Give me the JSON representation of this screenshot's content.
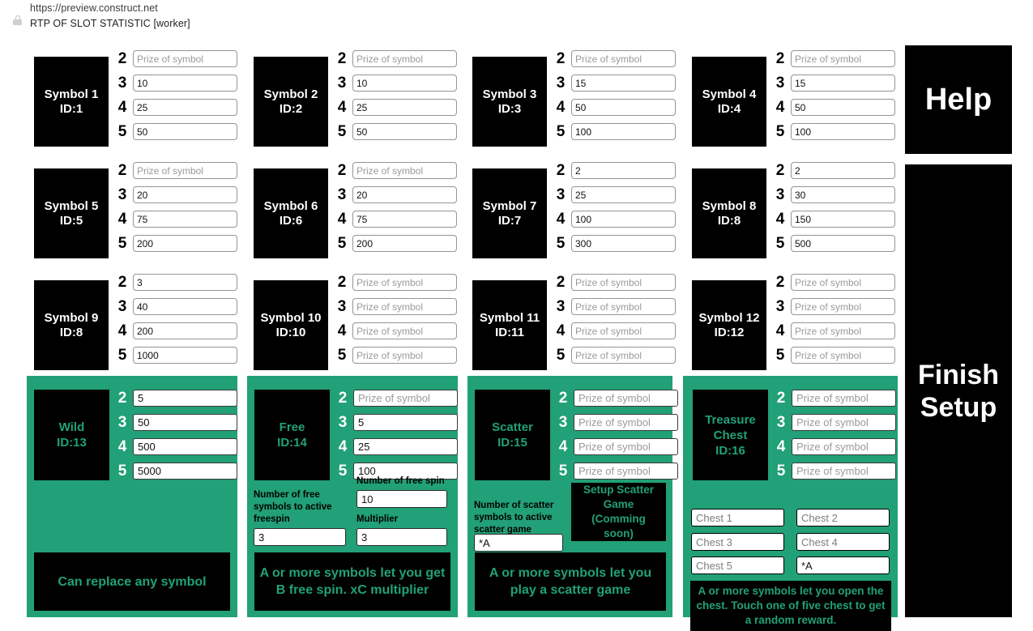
{
  "browser": {
    "url": "https://preview.construct.net",
    "page_title": "RTP OF SLOT STATISTIC [worker]",
    "lock_icon": "lock-icon"
  },
  "common": {
    "prize_placeholder": "Prize of symbol",
    "row_labels": [
      "2",
      "3",
      "4",
      "5"
    ]
  },
  "colors": {
    "accent_teal": "#22a077",
    "panel_black": "#000000",
    "badge_text": "#ffffff",
    "special_text": "#21a179"
  },
  "symbols": [
    {
      "name": "Symbol 1",
      "id_label": "ID:1",
      "values": [
        "",
        "10",
        "25",
        "50"
      ]
    },
    {
      "name": "Symbol 2",
      "id_label": "ID:2",
      "values": [
        "",
        "10",
        "25",
        "50"
      ]
    },
    {
      "name": "Symbol 3",
      "id_label": "ID:3",
      "values": [
        "",
        "15",
        "50",
        "100"
      ]
    },
    {
      "name": "Symbol 4",
      "id_label": "ID:4",
      "values": [
        "",
        "15",
        "50",
        "100"
      ]
    },
    {
      "name": "Symbol 5",
      "id_label": "ID:5",
      "values": [
        "",
        "20",
        "75",
        "200"
      ]
    },
    {
      "name": "Symbol 6",
      "id_label": "ID:6",
      "values": [
        "",
        "20",
        "75",
        "200"
      ]
    },
    {
      "name": "Symbol 7",
      "id_label": "ID:7",
      "values": [
        "2",
        "25",
        "100",
        "300"
      ]
    },
    {
      "name": "Symbol 8",
      "id_label": "ID:8",
      "values": [
        "2",
        "30",
        "150",
        "500"
      ]
    },
    {
      "name": "Symbol 9",
      "id_label": "ID:8",
      "values": [
        "3",
        "40",
        "200",
        "1000"
      ]
    },
    {
      "name": "Symbol 10",
      "id_label": "ID:10",
      "values": [
        "",
        "",
        "",
        ""
      ]
    },
    {
      "name": "Symbol 11",
      "id_label": "ID:11",
      "values": [
        "",
        "",
        "",
        ""
      ]
    },
    {
      "name": "Symbol 12",
      "id_label": "ID:12",
      "values": [
        "",
        "",
        "",
        ""
      ]
    }
  ],
  "wild": {
    "badge_name": "Wild",
    "badge_id": "ID:13",
    "values": [
      "5",
      "50",
      "500",
      "5000"
    ],
    "banner": "Can replace any symbol"
  },
  "free": {
    "badge_name": "Free",
    "badge_id": "ID:14",
    "values": [
      "",
      "5",
      "25",
      "100"
    ],
    "label_symbols": "Number of free symbols to active freespin",
    "value_symbols": "3",
    "label_spins": "Number of free spin",
    "value_spins": "10",
    "label_multiplier": "Multiplier",
    "value_multiplier": "3",
    "banner": "A or more symbols let you get B free spin. xC multiplier"
  },
  "scatter": {
    "badge_name": "Scatter",
    "badge_id": "ID:15",
    "values": [
      "",
      "",
      "",
      ""
    ],
    "label_symbols": "Number of scatter symbols to active scatter game",
    "value_symbols": "*A",
    "setup_button": "Setup Scatter Game (Comming soon)",
    "banner": "A or more symbols let you play a scatter game"
  },
  "chest": {
    "badge_name": "Treasure Chest",
    "badge_id": "ID:16",
    "values": [
      "",
      "",
      "",
      ""
    ],
    "chest_placeholders": [
      "Chest 1",
      "Chest 2",
      "Chest 3",
      "Chest 4",
      "Chest 5"
    ],
    "amount_value": "*A",
    "banner": "A or more symbols let you open the chest. Touch one of five chest to get a random reward."
  },
  "actions": {
    "help_label": "Help",
    "finish_label": "Finish Setup"
  }
}
